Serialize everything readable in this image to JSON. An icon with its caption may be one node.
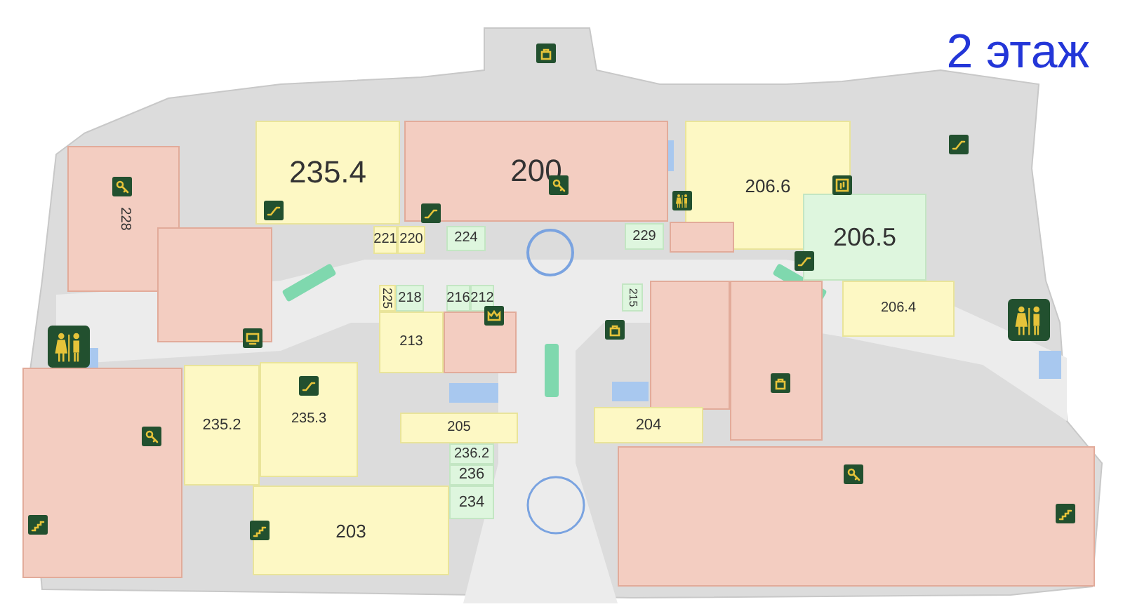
{
  "diagram": {
    "title": "2 этаж",
    "nodes": [
      {
        "text": [
          "235.4"
        ]
      },
      {
        "text": [
          "200"
        ]
      },
      {
        "text": [
          "206.6"
        ]
      },
      {
        "text": [
          "228"
        ]
      },
      {
        "text": [
          "221"
        ]
      },
      {
        "text": [
          "220"
        ]
      },
      {
        "text": [
          "224"
        ]
      },
      {
        "text": [
          "229"
        ]
      },
      {
        "text": [],
        "shape": "box"
      },
      {
        "text": [
          "206.5"
        ]
      },
      {
        "text": [],
        "shape": "box"
      },
      {
        "text": [
          "225"
        ]
      },
      {
        "text": [
          "218"
        ]
      },
      {
        "text": [
          "216"
        ]
      },
      {
        "text": [
          "212"
        ]
      },
      {
        "text": [
          "213"
        ]
      },
      {
        "text": [],
        "shape": "box"
      },
      {
        "text": [
          "215"
        ]
      },
      {
        "text": [
          "206.4"
        ]
      },
      {
        "text": [],
        "shape": "box"
      },
      {
        "text": [],
        "shape": "box"
      },
      {
        "text": [
          "235.2"
        ]
      },
      {
        "text": [
          "235.3"
        ]
      },
      {
        "text": [
          "205"
        ]
      },
      {
        "text": [
          "204"
        ]
      },
      {
        "text": [
          "236.2"
        ]
      },
      {
        "text": [
          "236"
        ]
      },
      {
        "text": [
          "234"
        ]
      },
      {
        "text": [
          "203"
        ]
      },
      {
        "text": [],
        "shape": "box"
      },
      {
        "text": [],
        "shape": "box"
      }
    ],
    "edges": []
  }
}
